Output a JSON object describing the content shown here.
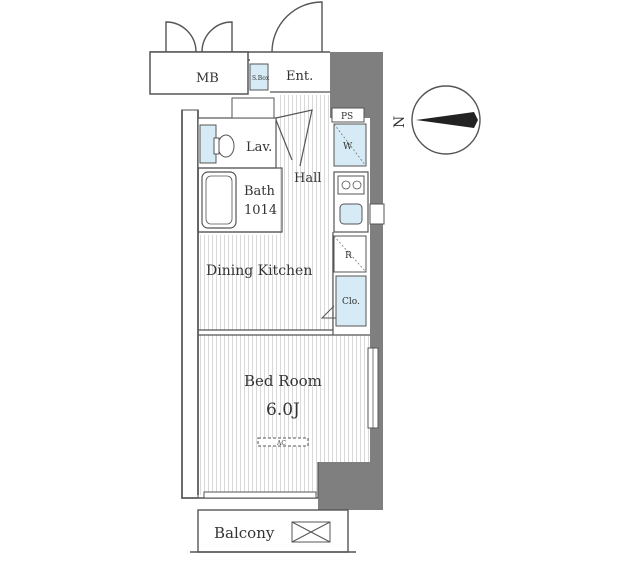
{
  "rooms": {
    "mb": "MB",
    "ent": "Ent.",
    "ps": "PS",
    "lav": "Lav.",
    "hall": "Hall",
    "bath": "Bath",
    "bath_size": "1014",
    "dining_kitchen": "Dining Kitchen",
    "bedroom": "Bed Room",
    "bedroom_size": "6.0J",
    "balcony": "Balcony",
    "closet": "Clo.",
    "washer": "W",
    "fridge": "R",
    "shoe_box": "S.Box",
    "ac": "AC"
  },
  "compass": {
    "north": "N"
  },
  "colors": {
    "wall": "#7f7f7f",
    "fixture_fill": "#d6ebf5",
    "line": "#6e6e6e",
    "floor_stripe": "#cfcfcf"
  }
}
